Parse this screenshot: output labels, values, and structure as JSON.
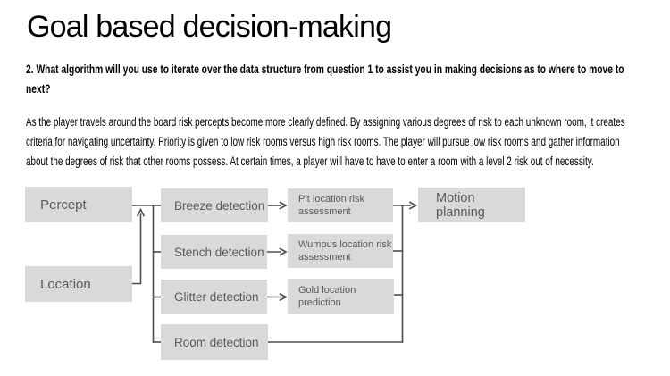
{
  "slide": {
    "title": "Goal based decision-making",
    "question": "2. What algorithm will you use to iterate over the data structure from question 1 to assist you in making decisions as to where to move to next?",
    "paragraph": "As the player travels around the board risk percepts become more clearly defined. By assigning various degrees of risk to each unknown room, it creates criteria for navigating uncertainty. Priority is given to low risk rooms versus high risk rooms. The player will pursue low risk rooms and gather information about the degrees of risk that other rooms possess. At certain times, a player will have to have to enter a room with a level 2 risk out of necessity."
  },
  "diagram": {
    "nodes": {
      "percept": {
        "label": "Percept"
      },
      "location": {
        "label": "Location"
      },
      "breeze": {
        "label": "Breeze detection"
      },
      "stench": {
        "label": "Stench detection"
      },
      "glitter": {
        "label": "Glitter detection"
      },
      "room": {
        "label": "Room detection"
      },
      "pit": {
        "label": "Pit location risk\nassessment"
      },
      "wumpus": {
        "label": "Wumpus location risk\nassessment"
      },
      "gold": {
        "label": "Gold location\nprediction"
      },
      "motion": {
        "label": "Motion planning"
      }
    },
    "edges": [
      {
        "from": "percept",
        "to": "breeze"
      },
      {
        "from": "percept",
        "to": "stench"
      },
      {
        "from": "percept",
        "to": "glitter"
      },
      {
        "from": "percept",
        "to": "room"
      },
      {
        "from": "location",
        "to": "percept"
      },
      {
        "from": "breeze",
        "to": "pit"
      },
      {
        "from": "stench",
        "to": "wumpus"
      },
      {
        "from": "glitter",
        "to": "gold"
      },
      {
        "from": "pit",
        "to": "motion"
      },
      {
        "from": "wumpus",
        "to": "motion"
      },
      {
        "from": "gold",
        "to": "motion"
      },
      {
        "from": "room",
        "to": "motion"
      }
    ],
    "colors": {
      "node_fill": "#d9d9d9",
      "node_text": "#5a5a5a",
      "connector": "#4d4d4d",
      "background": "#ffffff",
      "text": "#000000"
    }
  }
}
